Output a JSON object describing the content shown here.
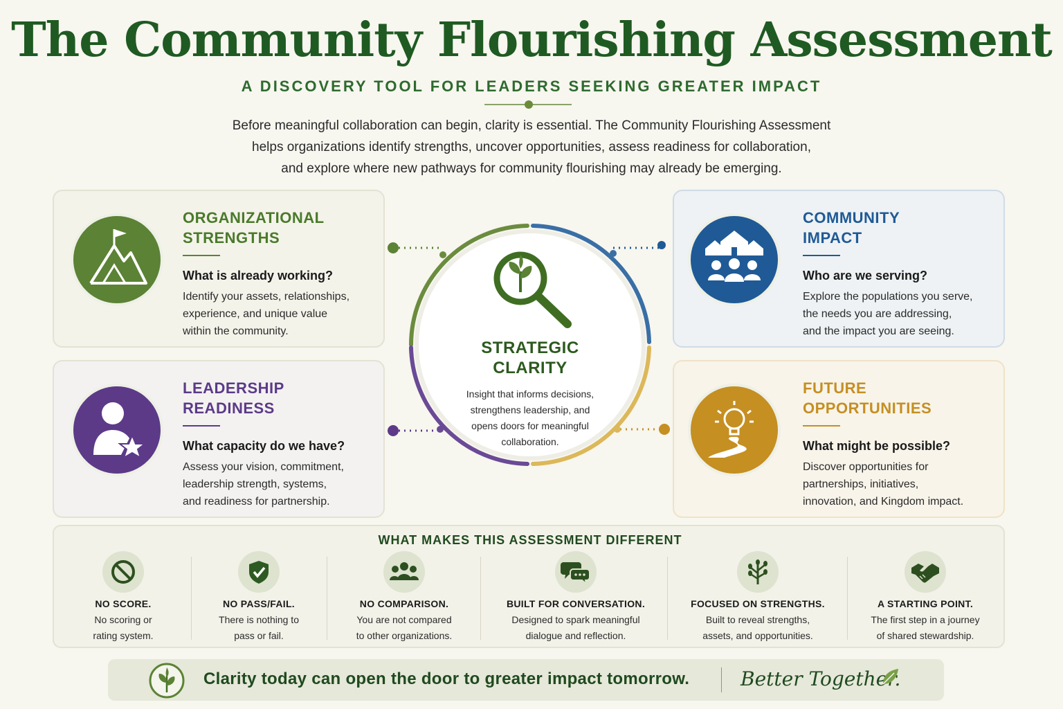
{
  "header": {
    "title": "The Community Flourishing Assessment",
    "subtitle": "A DISCOVERY TOOL FOR LEADERS SEEKING GREATER IMPACT",
    "intro_line1": "Before meaningful collaboration can begin, clarity is essential. The Community Flourishing Assessment",
    "intro_line2": "helps organizations identify strengths, uncover opportunities, assess readiness for collaboration,",
    "intro_line3": "and explore where new pathways for community flourishing may already be emerging."
  },
  "colors": {
    "green": "#5b8235",
    "purple": "#5c3a88",
    "blue": "#1f5a96",
    "gold": "#c58f22",
    "title_green": "#1f5a22"
  },
  "cards": {
    "organizational": {
      "icon": "mountain-flag-icon",
      "title1": "ORGANIZATIONAL",
      "title2": "STRENGTHS",
      "question": "What is already working?",
      "desc1": "Identify your assets, relationships,",
      "desc2": "experience, and unique value",
      "desc3": "within the community."
    },
    "leadership": {
      "icon": "person-star-icon",
      "title1": "LEADERSHIP",
      "title2": "READINESS",
      "question": "What capacity do we have?",
      "desc1": "Assess your vision, commitment,",
      "desc2": "leadership strength, systems,",
      "desc3": "and readiness for partnership."
    },
    "community": {
      "icon": "community-people-icon",
      "title1": "COMMUNITY",
      "title2": "IMPACT",
      "question": "Who are we serving?",
      "desc1": "Explore the populations you serve,",
      "desc2": "the needs you are addressing,",
      "desc3": "and the impact you are seeing."
    },
    "future": {
      "icon": "lightbulb-path-icon",
      "title1": "FUTURE",
      "title2": "OPPORTUNITIES",
      "question": "What might be possible?",
      "desc1": "Discover opportunities for",
      "desc2": "partnerships, initiatives,",
      "desc3": "innovation, and Kingdom impact."
    }
  },
  "center": {
    "icon": "magnifier-sprout-icon",
    "title1": "STRATEGIC",
    "title2": "CLARITY",
    "desc1": "Insight that informs decisions,",
    "desc2": "strengthens leadership, and",
    "desc3": "opens doors for meaningful",
    "desc4": "collaboration."
  },
  "differences": {
    "title": "WHAT MAKES THIS ASSESSMENT DIFFERENT",
    "items": [
      {
        "icon": "no-symbol-icon",
        "title": "NO SCORE.",
        "desc1": "No scoring or",
        "desc2": "rating system."
      },
      {
        "icon": "shield-check-icon",
        "title": "NO PASS/FAIL.",
        "desc1": "There is nothing to",
        "desc2": "pass or fail."
      },
      {
        "icon": "group-icon",
        "title": "NO COMPARISON.",
        "desc1": "You are not compared",
        "desc2": "to other organizations."
      },
      {
        "icon": "chat-bubbles-icon",
        "title": "BUILT FOR CONVERSATION.",
        "desc1": "Designed to spark meaningful",
        "desc2": "dialogue and reflection."
      },
      {
        "icon": "tree-icon",
        "title": "FOCUSED ON STRENGTHS.",
        "desc1": "Built to reveal strengths,",
        "desc2": "assets, and opportunities."
      },
      {
        "icon": "handshake-icon",
        "title": "A STARTING POINT.",
        "desc1": "The first step in a journey",
        "desc2": "of shared stewardship."
      }
    ]
  },
  "footer": {
    "icon": "leaf-emblem-icon",
    "text": "Clarity today can open the door to greater impact tomorrow.",
    "signature": "Better Together."
  }
}
